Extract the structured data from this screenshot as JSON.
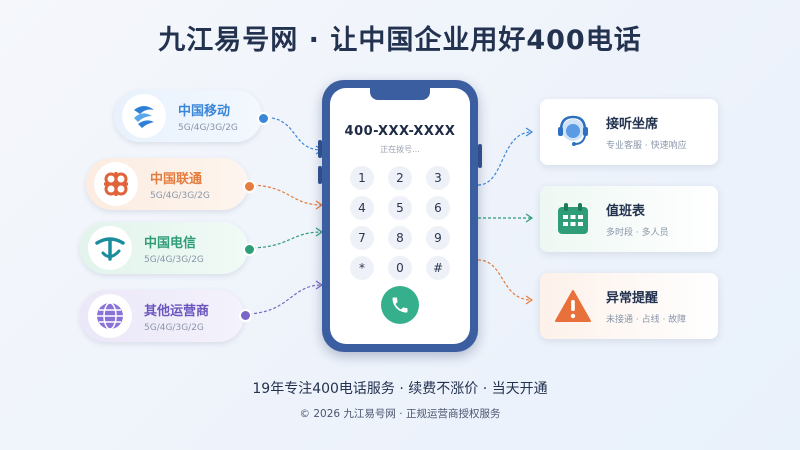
{
  "title": "九江易号网 · 让中国企业用好400电话",
  "carriers": [
    {
      "name": "中国移动",
      "networks": "5G/4G/3G/2G",
      "color": "#3a86d9",
      "icon": "china-mobile-logo-icon"
    },
    {
      "name": "中国联通",
      "networks": "5G/4G/3G/2G",
      "color": "#e47d3d",
      "icon": "china-unicom-knot-logo-icon"
    },
    {
      "name": "中国电信",
      "networks": "5G/4G/3G/2G",
      "color": "#2f9d78",
      "icon": "china-telecom-logo-icon"
    },
    {
      "name": "其他运营商",
      "networks": "5G/4G/3G/2G",
      "color": "#7a66c9",
      "icon": "globe-icon"
    }
  ],
  "phone": {
    "number": "400-XXX-XXXX",
    "status": "正在拨号...",
    "keys": [
      "1",
      "2",
      "3",
      "4",
      "5",
      "6",
      "7",
      "8",
      "9",
      "*",
      "0",
      "#"
    ]
  },
  "features": [
    {
      "title": "接听坐席",
      "subtitle": "专业客服 · 快速响应",
      "color": "#3a86d9",
      "icon": "headset-agent-icon"
    },
    {
      "title": "值班表",
      "subtitle": "多时段 · 多人员",
      "color": "#2f9d78",
      "icon": "calendar-icon"
    },
    {
      "title": "异常提醒",
      "subtitle": "未接通 · 占线 · 故障",
      "color": "#e47d3d",
      "icon": "warning-icon"
    }
  ],
  "slogan": "19年专注400电话服务 · 续费不涨价 · 当天开通",
  "copyright": "© 2026 九江易号网 · 正规运营商授权服务"
}
